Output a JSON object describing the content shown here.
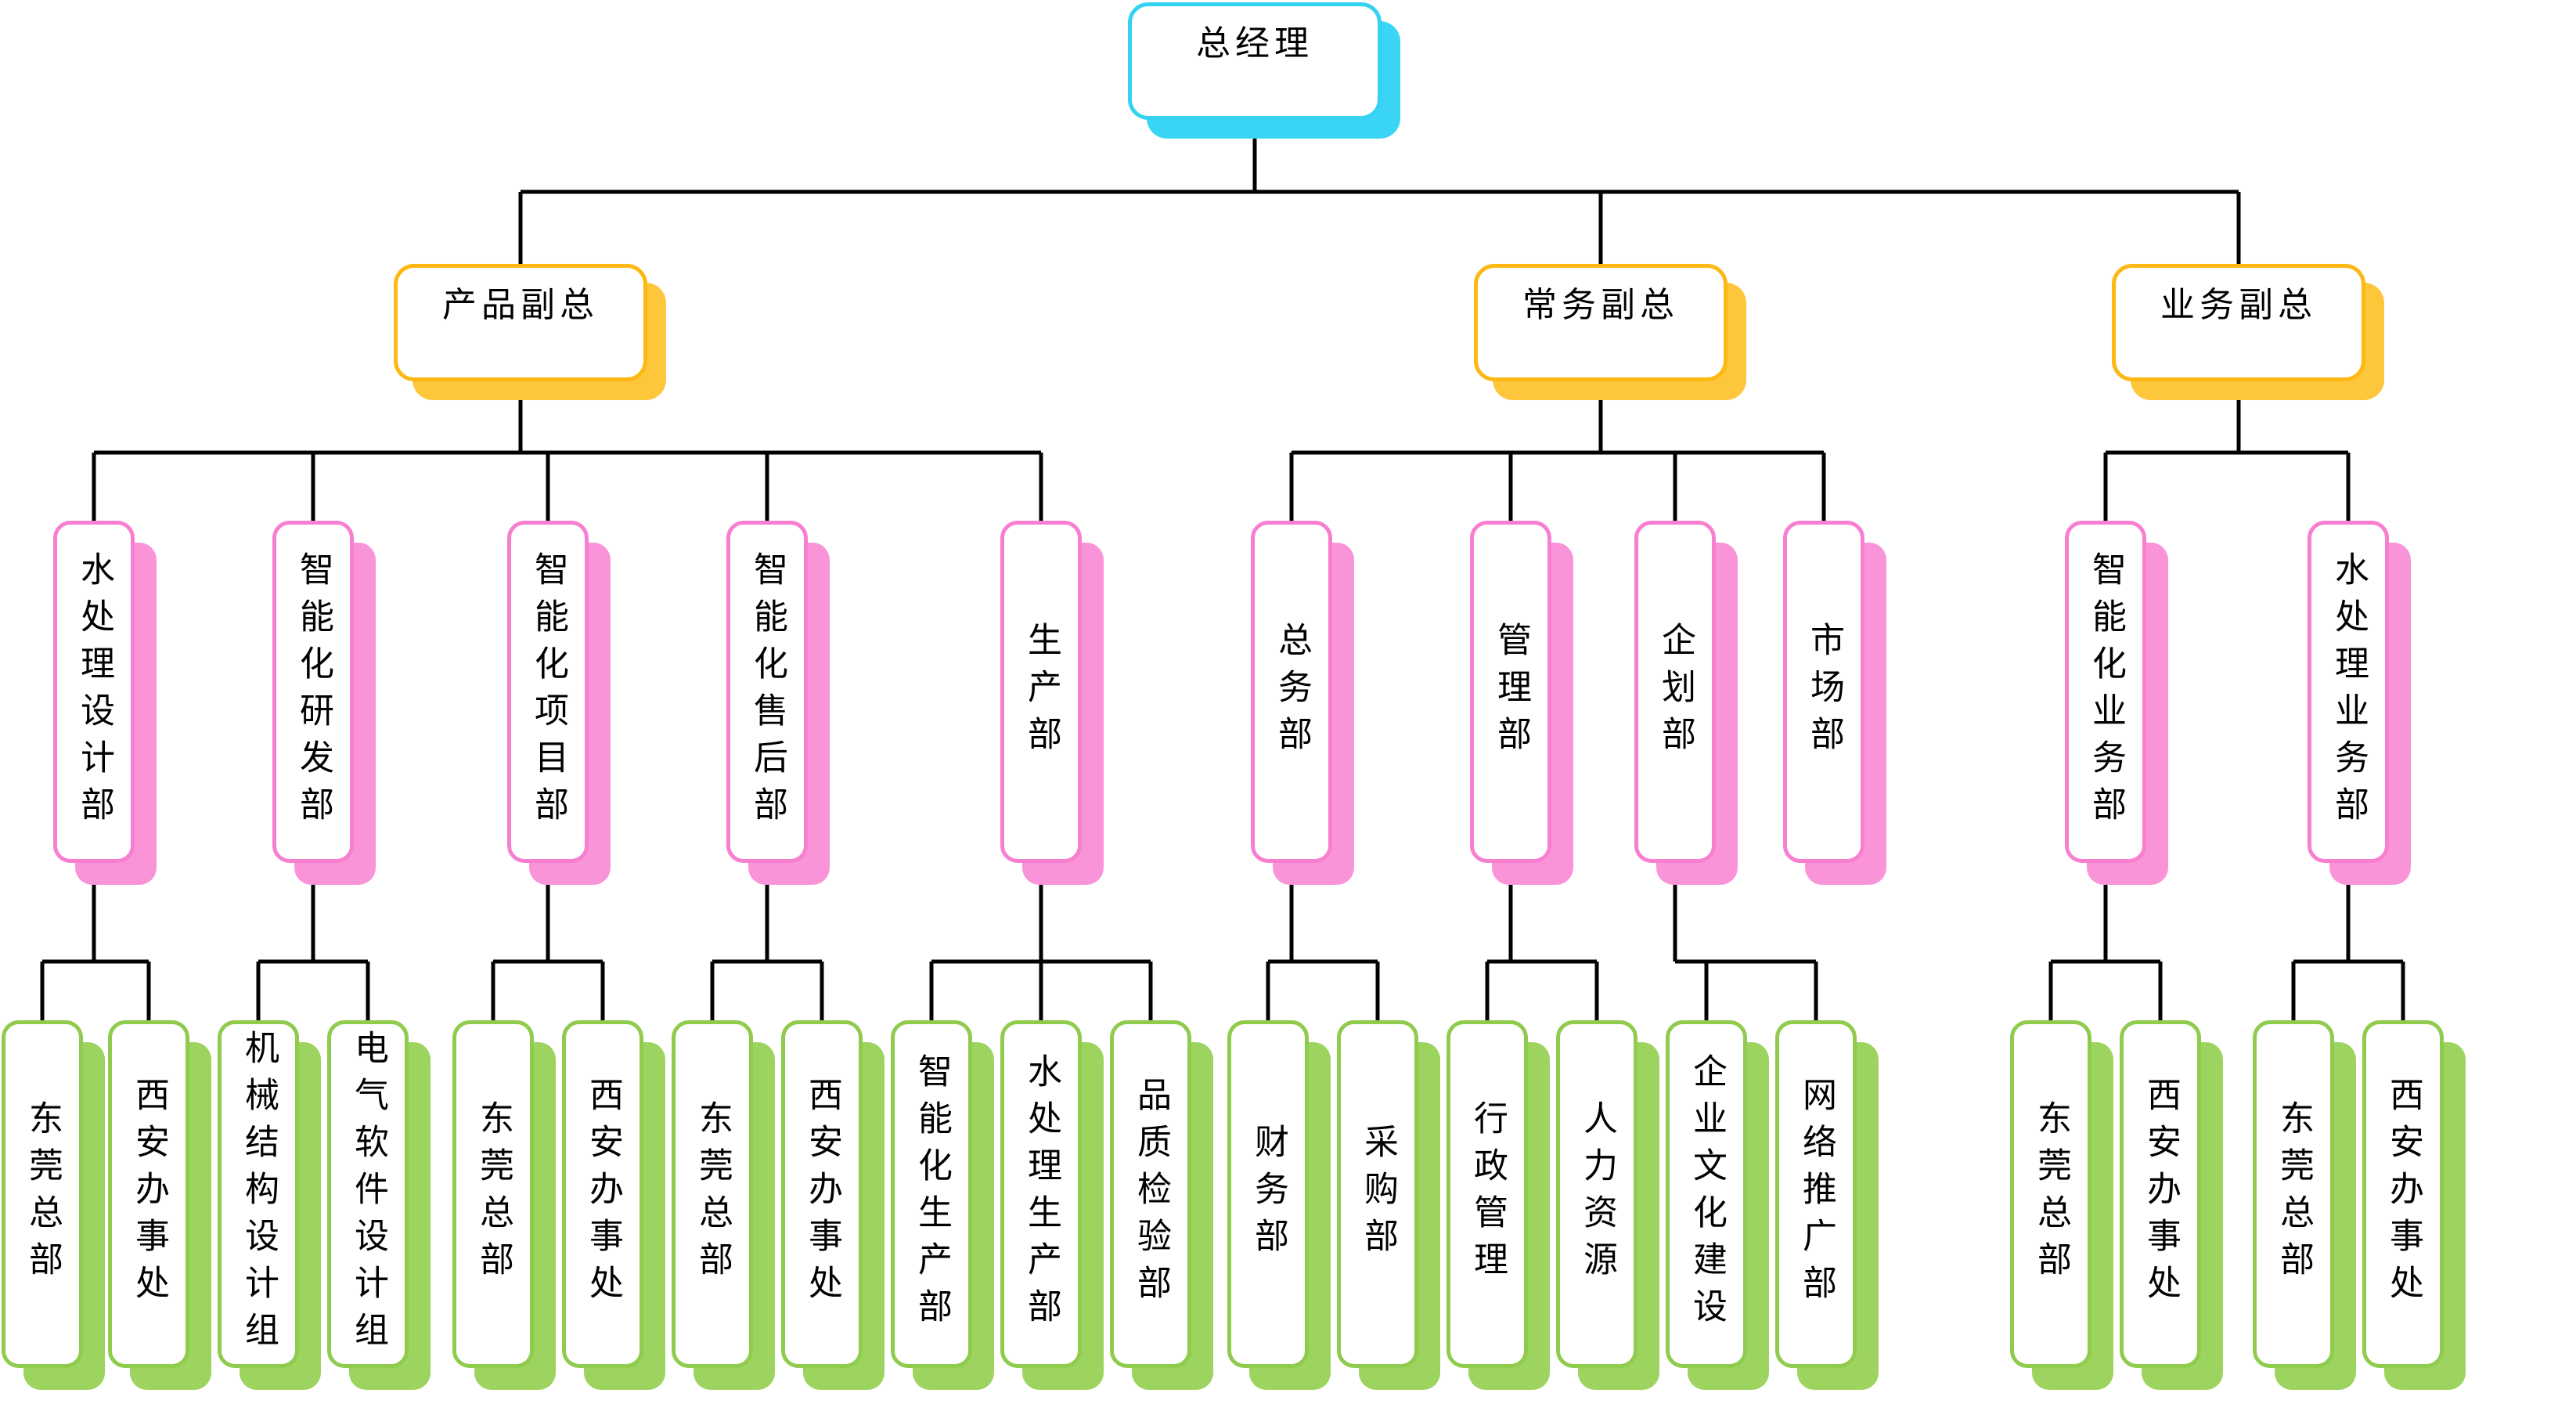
{
  "colors": {
    "level1": "#35D2F2",
    "level1_shadow": "#3AD5F4",
    "level2": "#FDB813",
    "level2_shadow": "#FDC63B",
    "level3": "#F87FD0",
    "level3_shadow": "#F994D8",
    "level4": "#8FCB4D",
    "level4_shadow": "#9CD45F",
    "connector": "#000000"
  },
  "nodes": {
    "gm": {
      "label": "总经理"
    },
    "vp1": {
      "label": "产品副总"
    },
    "vp2": {
      "label": "常务副总"
    },
    "vp3": {
      "label": "业务副总"
    },
    "d1": {
      "label": "水处理设计部"
    },
    "d2": {
      "label": "智能化研发部"
    },
    "d3": {
      "label": "智能化项目部"
    },
    "d4": {
      "label": "智能化售后部"
    },
    "d5": {
      "label": "生产部"
    },
    "d6": {
      "label": "总务部"
    },
    "d7": {
      "label": "管理部"
    },
    "d8": {
      "label": "企划部"
    },
    "d9": {
      "label": "市场部"
    },
    "d10": {
      "label": "智能化业务部"
    },
    "d11": {
      "label": "水处理业务部"
    },
    "t1": {
      "label": "东莞总部"
    },
    "t2": {
      "label": "西安办事处"
    },
    "t3": {
      "label": "机械结构设计组"
    },
    "t4": {
      "label": "电气软件设计组"
    },
    "t5": {
      "label": "东莞总部"
    },
    "t6": {
      "label": "西安办事处"
    },
    "t7": {
      "label": "东莞总部"
    },
    "t8": {
      "label": "西安办事处"
    },
    "t9": {
      "label": "智能化生产部"
    },
    "t10": {
      "label": "水处理生产部"
    },
    "t11": {
      "label": "品质检验部"
    },
    "t12": {
      "label": "财务部"
    },
    "t13": {
      "label": "采购部"
    },
    "t14": {
      "label": "行政管理"
    },
    "t15": {
      "label": "人力资源"
    },
    "t16": {
      "label": "企业文化建设"
    },
    "t17": {
      "label": "网络推广部"
    },
    "t18": {
      "label": "东莞总部"
    },
    "t19": {
      "label": "西安办事处"
    },
    "t20": {
      "label": "东莞总部"
    },
    "t21": {
      "label": "西安办事处"
    }
  }
}
